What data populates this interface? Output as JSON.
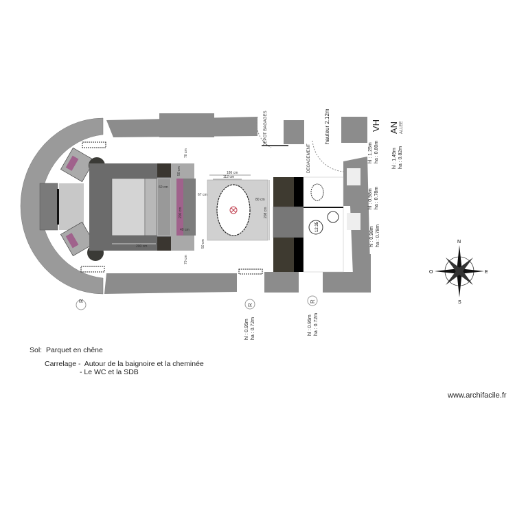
{
  "legend": {
    "sol_label": "Sol:",
    "sol_value": "Parquet en chêne",
    "carrelage_label": "Carrelage -",
    "carrelage_item_1": "Autour de la baignoire et la cheminée",
    "carrelage_item_2": "- Le WC et la SDB"
  },
  "credit": "www.archifacile.fr",
  "compass": {
    "north": "N",
    "south": "S",
    "east": "E",
    "west": "O"
  },
  "plan": {
    "room_labels": {
      "depot": "DEPOT BAGAGES",
      "degagement": "DEGAGEMENT",
      "hauteur": "hauteur 2.12m",
      "vh": "VH",
      "an": "AN",
      "alle": "ALLEE"
    },
    "window_heights": {
      "top_right_1": [
        "hl : 1.25m",
        "ha : 0.80m"
      ],
      "top_right_2": [
        "hl : 1.49m",
        "ha : 0.82m"
      ],
      "right_1": [
        "hl : 0.98m",
        "ha : 0.78m"
      ],
      "right_2": [
        "hl : 0.98m",
        "ha : 0.78m"
      ],
      "bottom_1": [
        "hl : 0.95m",
        "ha : 0.72m"
      ],
      "bottom_2": [
        "hl : 0.95m",
        "ha : 0.72m"
      ]
    },
    "radiator_marker": "R",
    "dimensions": {
      "bed_width": "200 cm",
      "nightstand": "60 cm",
      "bench_1": "50 cm",
      "bench_2": "50 cm",
      "clearance_top": "70 cm",
      "clearance_bottom": "70 cm",
      "tub_outer": "186 cm",
      "tub_inner": "112 cm",
      "tub_side": "67 cm",
      "tub_length": "208 cm",
      "tub_gap": "80 cm",
      "bench_length": "200 cm",
      "bench_width": "40 cm",
      "shower": "12.35"
    },
    "colors": {
      "wall": "#8c8c8c",
      "rug": "#6b6b6b",
      "accent": "#a0628c",
      "cabinet": "#3e3a30"
    }
  }
}
